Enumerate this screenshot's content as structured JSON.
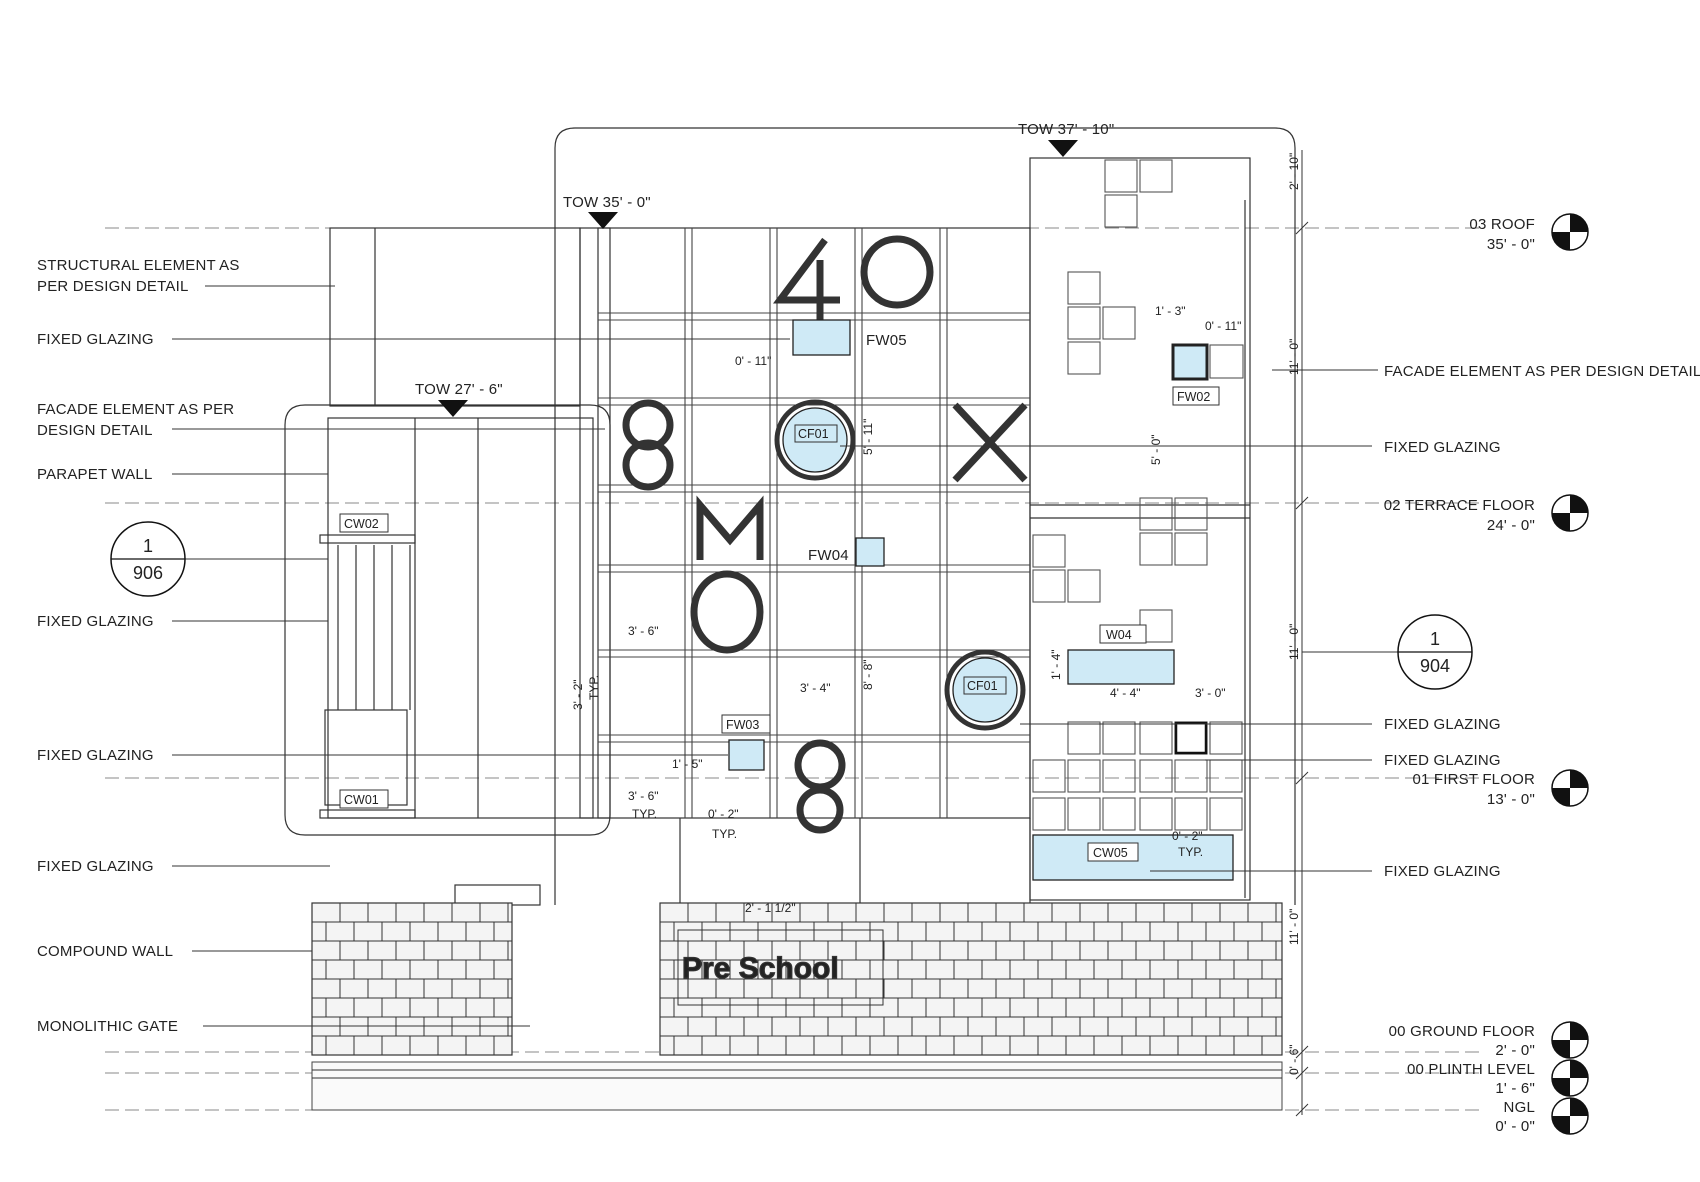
{
  "left_callouts": [
    {
      "line1": "STRUCTURAL ELEMENT AS",
      "line2": "PER DESIGN DETAIL"
    },
    {
      "line1": "FIXED GLAZING",
      "line2": ""
    },
    {
      "line1": "FACADE ELEMENT AS PER",
      "line2": "DESIGN DETAIL"
    },
    {
      "line1": "PARAPET WALL",
      "line2": ""
    },
    {
      "line1": "FIXED GLAZING",
      "line2": ""
    },
    {
      "line1": "FIXED GLAZING",
      "line2": ""
    },
    {
      "line1": "FIXED GLAZING",
      "line2": ""
    },
    {
      "line1": "COMPOUND WALL",
      "line2": ""
    },
    {
      "line1": "MONOLITHIC GATE",
      "line2": ""
    }
  ],
  "right_callouts": [
    "FACADE ELEMENT AS PER DESIGN DETAIL",
    "FIXED GLAZING",
    "FIXED GLAZING",
    "FIXED GLAZING",
    "FIXED GLAZING"
  ],
  "levels": [
    {
      "name": "03 ROOF",
      "elev": "35' - 0\""
    },
    {
      "name": "02 TERRACE FLOOR",
      "elev": "24' - 0\""
    },
    {
      "name": "01 FIRST FLOOR",
      "elev": "13' - 0\""
    },
    {
      "name": "00 GROUND FLOOR",
      "elev": "2' - 0\""
    },
    {
      "name": "00 PLINTH LEVEL",
      "elev": "1' - 6\""
    },
    {
      "name": "NGL",
      "elev": "0' - 0\""
    }
  ],
  "tow_markers": [
    "TOW 37' - 10\"",
    "TOW 35' - 0\"",
    "TOW 27' - 6\""
  ],
  "section_markers": [
    {
      "num": "1",
      "sheet": "906"
    },
    {
      "num": "1",
      "sheet": "904"
    }
  ],
  "tags": [
    "CW02",
    "CW01",
    "FW05",
    "FW02",
    "CF01",
    "FW04",
    "FW03",
    "W04",
    "CF01",
    "CW05"
  ],
  "dimensions": [
    "2' - 10\"",
    "11' - 0\"",
    "11' - 0\"",
    "11' - 0\"",
    "1' - 3\"",
    "0' - 11\"",
    "0' - 11\"",
    "5' - 0\"",
    "5' - 11\"",
    "3' - 6\"",
    "3' - 2\"",
    "TYP.",
    "3' - 4\"",
    "8' - 8\"",
    "1' - 4\"",
    "4' - 4\"",
    "3' - 0\"",
    "1' - 5\"",
    "0' - 2\"",
    "2' - 1 1/2\"",
    "0' - 6\""
  ],
  "facade_letters": [
    "40",
    "8",
    "M",
    "X",
    "O",
    "8"
  ],
  "signage": "Pre School",
  "colors": {
    "glazing": "#cfeaf6",
    "line": "#333333"
  }
}
